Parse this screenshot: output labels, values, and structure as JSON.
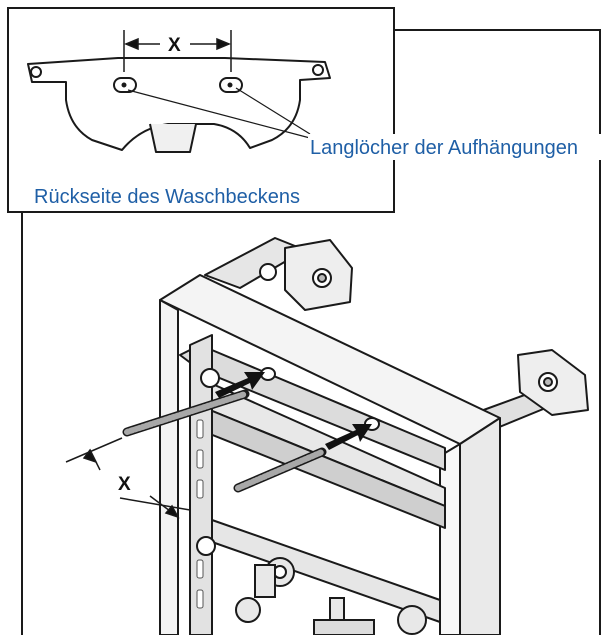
{
  "inset": {
    "dimension_label": "X",
    "slot_label": "Langlöcher der Aufhängungen",
    "caption": "Rückseite des Waschbeckens"
  },
  "main": {
    "dimension_label": "X"
  },
  "colors": {
    "label_blue": "#1f5fa6",
    "line": "#1a1a1a",
    "frame_fill": "#f2f2f2",
    "shade": "#d9d9d9",
    "rod": "#9a9a9a"
  }
}
